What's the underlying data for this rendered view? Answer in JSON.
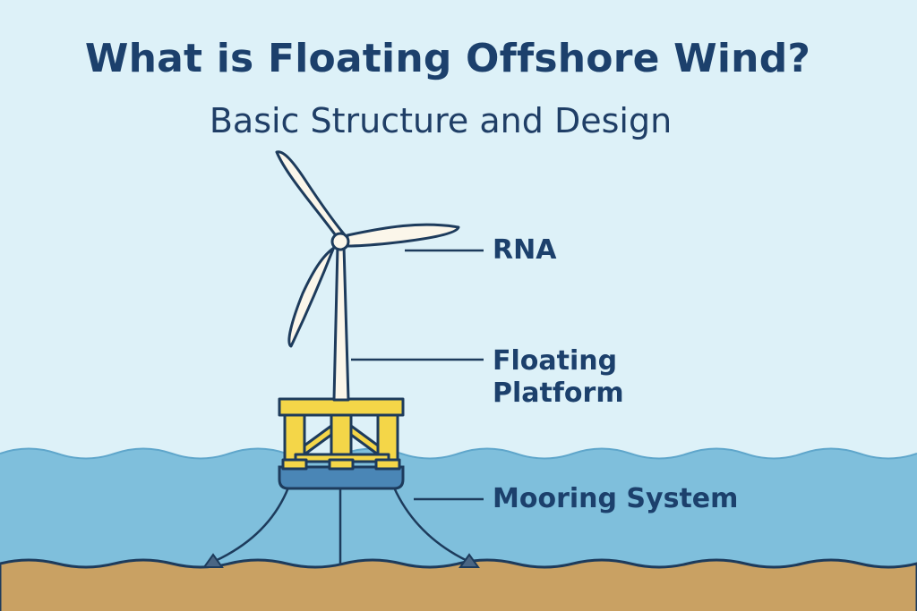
{
  "header": {
    "title": "What is Floating Offshore Wind?",
    "subtitle": "Basic Structure and Design"
  },
  "labels": {
    "rna": "RNA",
    "platform_line1": "Floating",
    "platform_line2": "Platform",
    "mooring": "Mooring System"
  },
  "colors": {
    "sky": "#ddf1f8",
    "sea": "#7fbfdc",
    "sea_deep": "#72b4d3",
    "seabed": "#c9a163",
    "platform": "#f4d648",
    "pontoon": "#4a86b6",
    "outline": "#1d3b5c",
    "title_text": "#1c406c",
    "turbine": "#fbf6ea"
  }
}
